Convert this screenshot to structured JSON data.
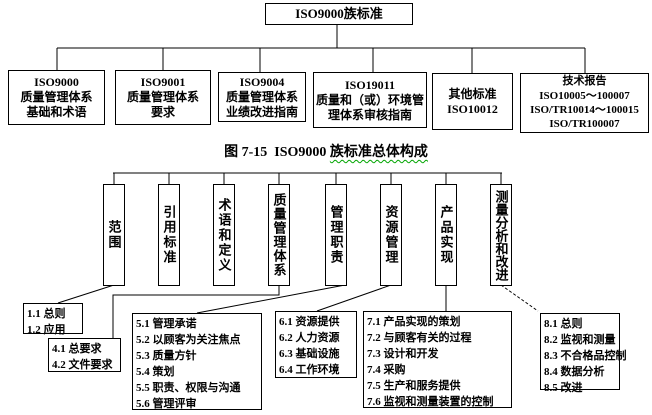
{
  "colors": {
    "line": "#000000",
    "squiggle_green": "#00a400",
    "text": "#000000",
    "background": "#ffffff"
  },
  "top_tree": {
    "root_label": "ISO9000族标准",
    "boxes": [
      {
        "lines": [
          "ISO9000",
          "质量管理体系",
          "基础和术语"
        ]
      },
      {
        "lines": [
          "ISO9001",
          "质量管理体系",
          "要求"
        ]
      },
      {
        "lines": [
          "ISO9004",
          "质量管理体系",
          "业绩改进指南"
        ]
      },
      {
        "lines": [
          "ISO19011",
          "质量和（或）环境管",
          "理体系审核指南"
        ]
      },
      {
        "lines": [
          "其他标准",
          "ISO10012"
        ]
      },
      {
        "lines": [
          "技术报告",
          "ISO10005～100007",
          "ISO/TR10014～100015",
          "ISO/TR100007"
        ]
      }
    ]
  },
  "caption": {
    "prefix": "图 7-15  ISO9000 ",
    "underlined": "族标准总体构成"
  },
  "bottom_tree": {
    "columns": [
      {
        "label": "范围"
      },
      {
        "label": "引用标准"
      },
      {
        "label": "术语和定义"
      },
      {
        "label": "质量管理体系"
      },
      {
        "label": "管理职责"
      },
      {
        "label": "资源管理"
      },
      {
        "label": "产品实现"
      },
      {
        "label": "测量分析和改进"
      }
    ],
    "leaves": [
      {
        "lines": [
          "1.1 总则",
          "1.2 应用"
        ]
      },
      {
        "lines": [
          "4.1 总要求",
          "4.2 文件要求"
        ]
      },
      {
        "lines": [
          "5.1 管理承诺",
          "5.2 以顾客为关注焦点",
          "5.3 质量方针",
          "5.4 策划",
          "5.5 职责、权限与沟通",
          "5.6 管理评审"
        ]
      },
      {
        "lines": [
          "6.1 资源提供",
          "6.2 人力资源",
          "6.3 基础设施",
          "6.4 工作环境"
        ]
      },
      {
        "lines": [
          "7.1 产品实现的策划",
          "7.2 与顾客有关的过程",
          "7.3 设计和开发",
          "7.4 采购",
          "7.5 生产和服务提供",
          "7.6 监视和测量装置的控制"
        ]
      },
      {
        "lines": [
          "8.1 总则",
          "8.2 监视和测量",
          "8.3 不合格品控制",
          "8.4 数据分析",
          "8.5 改进"
        ]
      }
    ]
  }
}
